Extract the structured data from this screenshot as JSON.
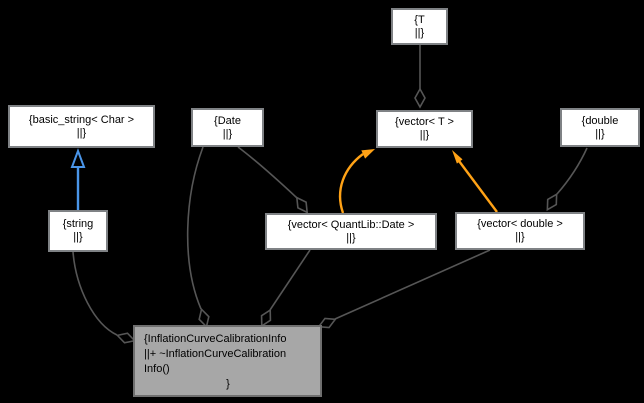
{
  "diagram": {
    "kind": "collaboration-graph",
    "main_class": "InflationCurveCalibrationInfo"
  },
  "colors": {
    "background": "#000000",
    "node_fill": "#ffffff",
    "node_border": "#7f8285",
    "node_text": "#000000",
    "main_fill": "#a7a7a7",
    "main_border": "#6f6f6f",
    "edge_gray": "#565656",
    "edge_inherit_blue": "#4a95e8",
    "edge_template_orange": "#ffa216"
  },
  "nodes": {
    "t": {
      "lines": [
        "{T",
        "||}"
      ]
    },
    "basic_string": {
      "lines": [
        "{basic_string< Char >",
        "||}"
      ]
    },
    "date": {
      "lines": [
        "{Date",
        "||}"
      ]
    },
    "vector_t": {
      "lines": [
        "{vector< T >",
        "||}"
      ]
    },
    "double": {
      "lines": [
        "{double",
        "||}"
      ]
    },
    "string": {
      "lines": [
        "{string",
        "||}"
      ]
    },
    "vector_date": {
      "lines": [
        "{vector< QuantLib::Date >",
        "||}"
      ]
    },
    "vector_double": {
      "lines": [
        "{vector< double >",
        "||}"
      ]
    },
    "main": {
      "lines": [
        "{InflationCurveCalibrationInfo",
        "||+ ~InflationCurveCalibration",
        "Info()",
        "}"
      ]
    }
  },
  "edges": [
    {
      "from": "string",
      "to": "basic_string< Char >",
      "type": "public-inheritance",
      "color": "#4a95e8"
    },
    {
      "from": "T",
      "to": "vector< T >",
      "type": "aggregation",
      "color": "#565656"
    },
    {
      "from": "vector< QuantLib::Date >",
      "to": "vector< T >",
      "type": "template-instance",
      "color": "#ffa216"
    },
    {
      "from": "vector< double >",
      "to": "vector< T >",
      "type": "template-instance",
      "color": "#ffa216"
    },
    {
      "from": "Date",
      "to": "vector< QuantLib::Date >",
      "type": "aggregation",
      "color": "#565656"
    },
    {
      "from": "double",
      "to": "vector< double >",
      "type": "aggregation",
      "color": "#565656"
    },
    {
      "from": "Date",
      "to": "InflationCurveCalibrationInfo",
      "type": "aggregation",
      "color": "#565656"
    },
    {
      "from": "string",
      "to": "InflationCurveCalibrationInfo",
      "type": "aggregation",
      "color": "#565656"
    },
    {
      "from": "vector< QuantLib::Date >",
      "to": "InflationCurveCalibrationInfo",
      "type": "aggregation",
      "color": "#565656"
    },
    {
      "from": "vector< double >",
      "to": "InflationCurveCalibrationInfo",
      "type": "aggregation",
      "color": "#565656"
    }
  ]
}
